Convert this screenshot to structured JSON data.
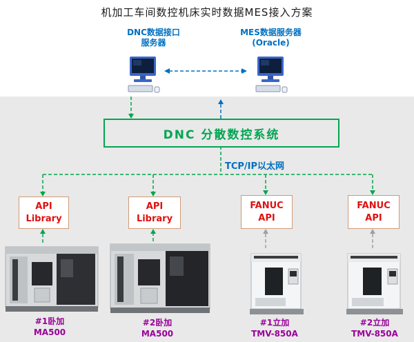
{
  "title": "机加工车间数控机床实时数据MES接入方案",
  "servers": {
    "dnc": {
      "line1": "DNC数据接口",
      "line2": "服务器"
    },
    "mes": {
      "line1": "MES数据服务器",
      "line2": "(Oracle)"
    }
  },
  "dnc_system": {
    "label": "DNC  分散数控系统"
  },
  "network": {
    "label": "TCP/IP以太网"
  },
  "api_boxes": [
    {
      "line1": "API",
      "line2": "Library"
    },
    {
      "line1": "API",
      "line2": "Library"
    },
    {
      "line1": "FANUC",
      "line2": "API"
    },
    {
      "line1": "FANUC",
      "line2": "API"
    }
  ],
  "machines": [
    {
      "name": "#1卧加",
      "model": "MA500"
    },
    {
      "name": "#2卧加",
      "model": "MA500"
    },
    {
      "name": "#1立加",
      "model": "TMV-850A"
    },
    {
      "name": "#2立加",
      "model": "TMV-850A"
    }
  ],
  "colors": {
    "green": "#00a651",
    "blue": "#0070c0",
    "red": "#e01010",
    "magenta": "#990099",
    "panel_gray": "#e9e9e9"
  }
}
